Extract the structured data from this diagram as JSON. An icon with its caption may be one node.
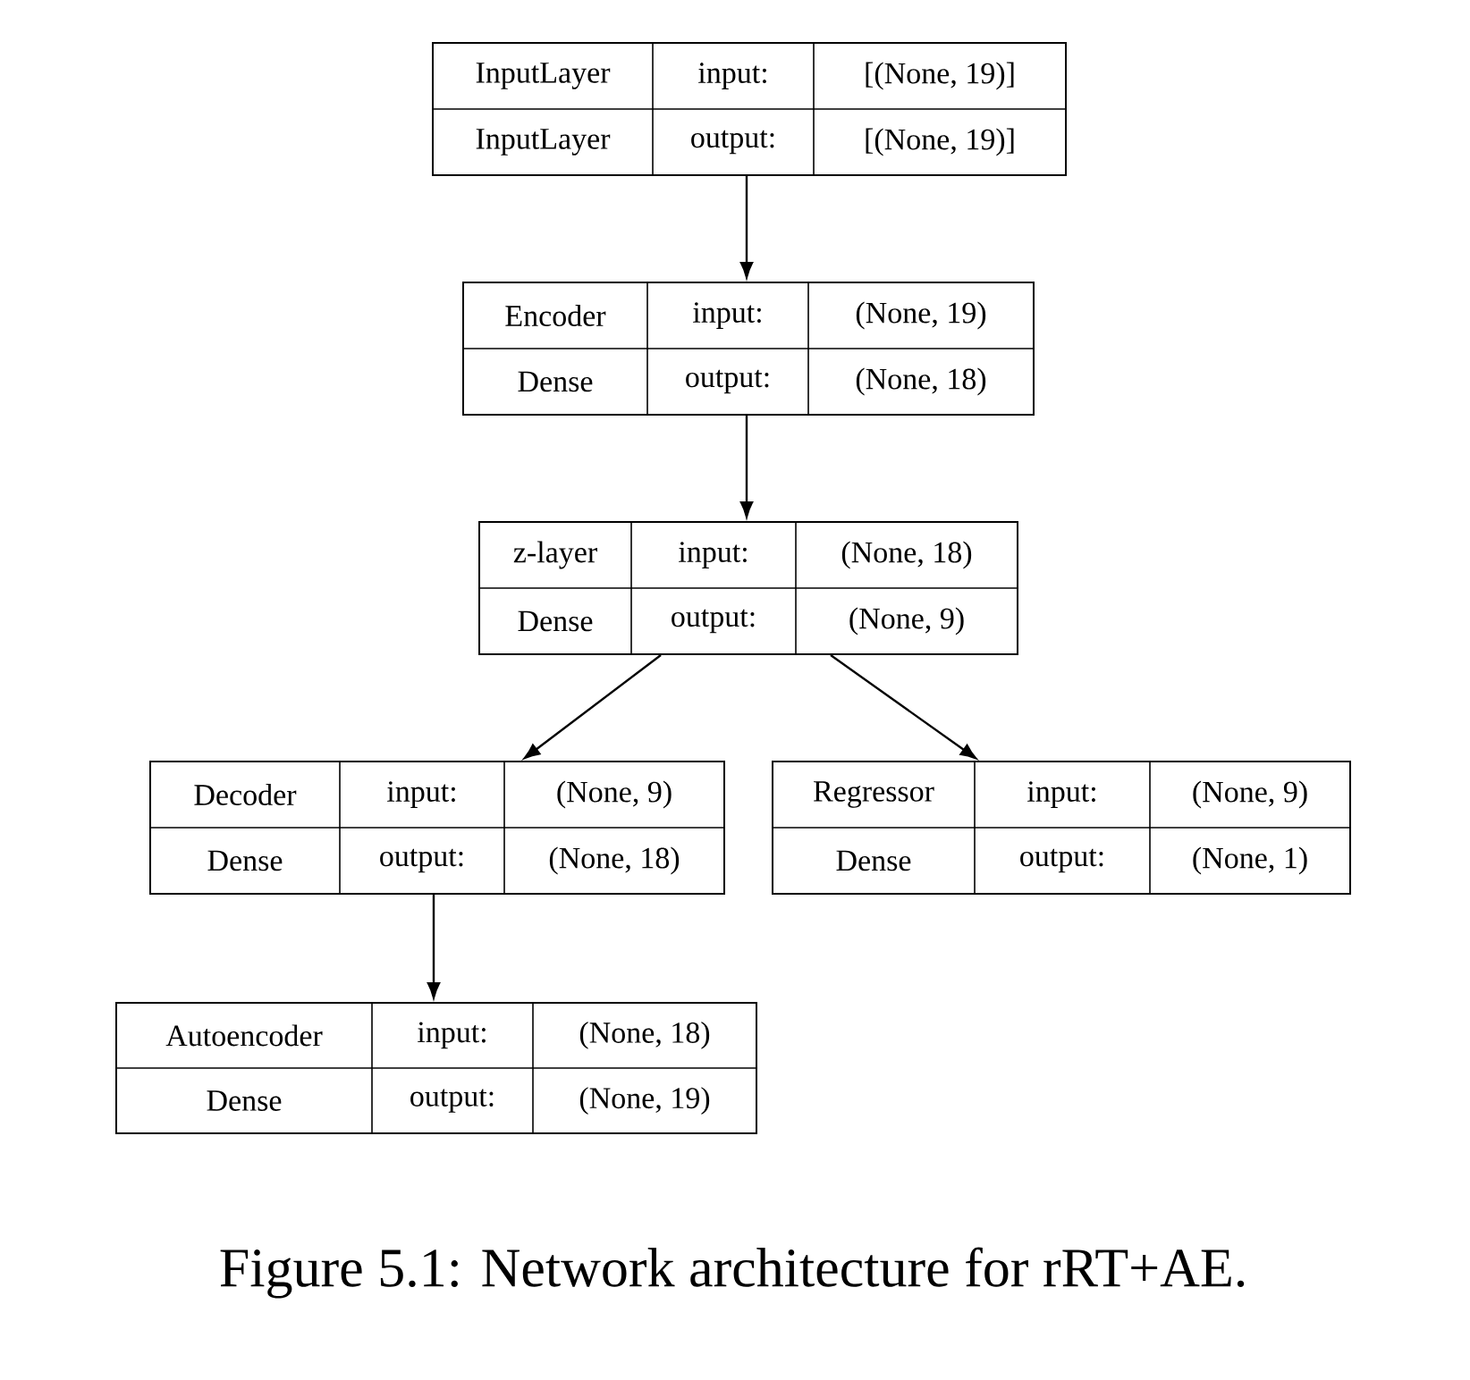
{
  "diagram": {
    "caption": "Figure 5.1: Network architecture for rRT+AE.",
    "nodes": [
      {
        "text": [
          "InputLayer",
          "input:",
          "[(None, 19)]",
          "InputLayer",
          "output:",
          "[(None, 19)]"
        ]
      },
      {
        "text": [
          "Encoder",
          "input:",
          "(None, 19)",
          "Dense",
          "output:",
          "(None, 18)"
        ]
      },
      {
        "text": [
          "z-layer",
          "input:",
          "(None, 18)",
          "Dense",
          "output:",
          "(None, 9)"
        ]
      },
      {
        "text": [
          "Decoder",
          "input:",
          "(None, 9)",
          "Dense",
          "output:",
          "(None, 18)"
        ]
      },
      {
        "text": [
          "Regressor",
          "input:",
          "(None, 9)",
          "Dense",
          "output:",
          "(None, 1)"
        ]
      },
      {
        "text": [
          "Autoencoder",
          "input:",
          "(None, 18)",
          "Dense",
          "output:",
          "(None, 19)"
        ]
      }
    ],
    "edges": [
      {
        "from": 0,
        "to": 1,
        "arrow": "to"
      },
      {
        "from": 1,
        "to": 2,
        "arrow": "to"
      },
      {
        "from": 2,
        "to": 3,
        "arrow": "to"
      },
      {
        "from": 2,
        "to": 4,
        "arrow": "to"
      },
      {
        "from": 3,
        "to": 5,
        "arrow": "to"
      }
    ]
  }
}
